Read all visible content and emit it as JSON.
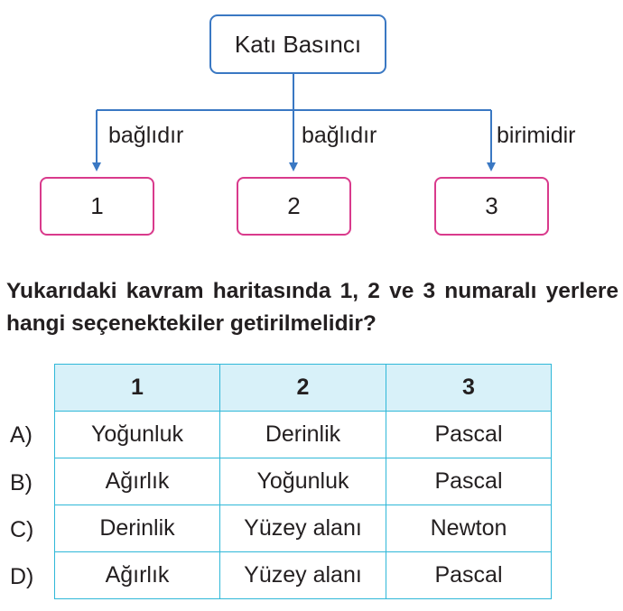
{
  "concept_map": {
    "root": "Katı Basıncı",
    "edges": [
      {
        "label": "bağlıdır",
        "target": "1"
      },
      {
        "label": "bağlıdır",
        "target": "2"
      },
      {
        "label": "birimidir",
        "target": "3"
      }
    ]
  },
  "question": "Yukarıdaki kavram haritasında 1, 2 ve 3 numaralı yerlere hangi seçenektekiler getirilmelidir?",
  "table": {
    "headers": [
      "1",
      "2",
      "3"
    ],
    "rows": [
      {
        "option": "A)",
        "cells": [
          "Yoğunluk",
          "Derinlik",
          "Pascal"
        ]
      },
      {
        "option": "B)",
        "cells": [
          "Ağırlık",
          "Yoğunluk",
          "Pascal"
        ]
      },
      {
        "option": "C)",
        "cells": [
          "Derinlik",
          "Yüzey alanı",
          "Newton"
        ]
      },
      {
        "option": "D)",
        "cells": [
          "Ağırlık",
          "Yüzey alanı",
          "Pascal"
        ]
      }
    ]
  },
  "colors": {
    "root_border": "#3a78c3",
    "leaf_border": "#d93a8c",
    "arrow": "#3a78c3",
    "table_border": "#2fb8d8",
    "table_header_bg": "#d8f1f9"
  }
}
